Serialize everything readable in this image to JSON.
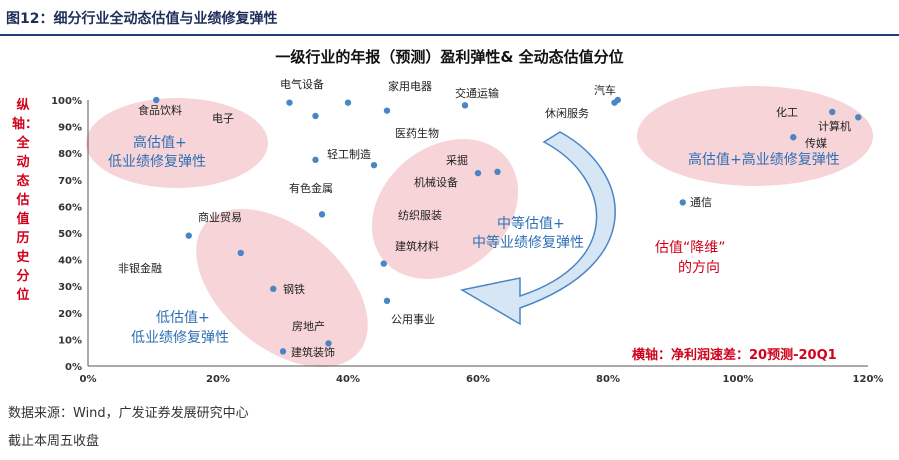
{
  "figure": {
    "title": "图12：细分行业全动态估值与业绩修复弹性",
    "source": "数据来源：Wind，广发证券发展研究中心",
    "cutoff": "截止本周五收盘"
  },
  "chart_data": {
    "type": "scatter",
    "title": "一级行业的年报（预测）盈利弹性& 全动态估值分位",
    "xlabel": "横轴：净利润速差：20预测-20Q1",
    "ylabel": "纵轴：全动态估值历史分位",
    "xlim": [
      0,
      1.2
    ],
    "ylim": [
      0,
      1.0
    ],
    "xticks": [
      "0%",
      "20%",
      "40%",
      "60%",
      "80%",
      "100%",
      "120%"
    ],
    "yticks": [
      "0%",
      "10%",
      "20%",
      "30%",
      "40%",
      "50%",
      "60%",
      "70%",
      "80%",
      "90%",
      "100%"
    ],
    "grid": false,
    "points": [
      {
        "label": "电气设备",
        "x": 0.31,
        "y": 0.99
      },
      {
        "label": "",
        "x": 0.35,
        "y": 0.94
      },
      {
        "label": "",
        "x": 0.4,
        "y": 0.99
      },
      {
        "label": "家用电器",
        "x": 0.46,
        "y": 0.96
      },
      {
        "label": "交通运输",
        "x": 0.58,
        "y": 0.98
      },
      {
        "label": "汽车",
        "x": 0.81,
        "y": 0.99
      },
      {
        "label": "",
        "x": 0.815,
        "y": 1.0
      },
      {
        "label": "食品饮料",
        "x": 0.105,
        "y": 1.0
      },
      {
        "label": "化工",
        "x": 1.145,
        "y": 0.955
      },
      {
        "label": "计算机",
        "x": 1.185,
        "y": 0.935
      },
      {
        "label": "传媒",
        "x": 1.085,
        "y": 0.86
      },
      {
        "label": "",
        "x": 0.35,
        "y": 0.775
      },
      {
        "label": "轻工制造",
        "x": 0.44,
        "y": 0.755
      },
      {
        "label": "采掘",
        "x": 0.6,
        "y": 0.725
      },
      {
        "label": "",
        "x": 0.63,
        "y": 0.73
      },
      {
        "label": "通信",
        "x": 0.915,
        "y": 0.615
      },
      {
        "label": "有色金属",
        "x": 0.36,
        "y": 0.57
      },
      {
        "label": "商业贸易",
        "x": 0.155,
        "y": 0.49
      },
      {
        "label": "",
        "x": 0.235,
        "y": 0.425
      },
      {
        "label": "建筑材料",
        "x": 0.455,
        "y": 0.385
      },
      {
        "label": "钢铁",
        "x": 0.285,
        "y": 0.29
      },
      {
        "label": "公用事业",
        "x": 0.46,
        "y": 0.245
      },
      {
        "label": "建筑装饰",
        "x": 0.37,
        "y": 0.085
      },
      {
        "label": "",
        "x": 0.3,
        "y": 0.055
      }
    ],
    "label_only": [
      "电子",
      "医药生物",
      "机械设备",
      "纺织服装",
      "非银金融",
      "房地产",
      "休闲服务"
    ],
    "annotations": {
      "zone_top_left": [
        "高估值+",
        "低业绩修复弹性"
      ],
      "zone_mid": [
        "中等估值+",
        "中等业绩修复弹性"
      ],
      "zone_bottom_left": [
        "低估值+",
        "低业绩修复弹性"
      ],
      "zone_top_right": "高估值+高业绩修复弹性",
      "downgrade": [
        "估值“降维”",
        "的方向"
      ]
    },
    "colors": {
      "point": "#4a86c5",
      "zone_fill": "#f6cdd1",
      "zone_text": "#2e6fb5",
      "red_text": "#d0021b",
      "arrow_fill": "#d7e6f4",
      "arrow_stroke": "#4a86c5"
    }
  }
}
